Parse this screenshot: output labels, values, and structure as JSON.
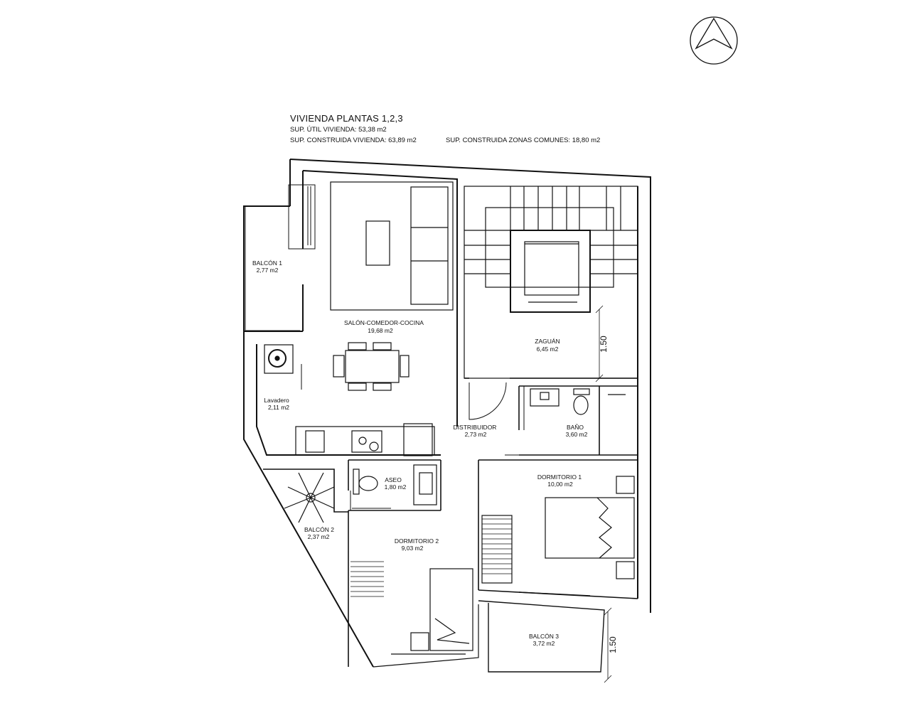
{
  "header": {
    "title": "VIVIENDA PLANTAS 1,2,3",
    "sup_util": "SUP. ÚTIL VIVIENDA: 53,38 m2",
    "sup_construida": "SUP. CONSTRUIDA VIVIENDA: 63,89 m2",
    "sup_zonas_comunes": "SUP. CONSTRUIDA ZONAS COMUNES: 18,80 m2"
  },
  "rooms": {
    "balcon1": {
      "name": "BALCÓN 1",
      "area": "2,77 m2"
    },
    "salon": {
      "name": "SALÓN-COMEDOR-COCINA",
      "area": "19,68 m2"
    },
    "zaguan": {
      "name": "ZAGUÁN",
      "area": "6,45 m2"
    },
    "lavadero": {
      "name": "Lavadero",
      "area": "2,11 m2"
    },
    "distribuidor": {
      "name": "DISTRIBUIDOR",
      "area": "2,73 m2"
    },
    "bano": {
      "name": "BAÑO",
      "area": "3,60 m2"
    },
    "aseo": {
      "name": "ASEO",
      "area": "1,80 m2"
    },
    "dormitorio1": {
      "name": "DORMITORIO 1",
      "area": "10,00 m2"
    },
    "balcon2": {
      "name": "BALCÓN 2",
      "area": "2,37 m2"
    },
    "dormitorio2": {
      "name": "DORMITORIO 2",
      "area": "9,03 m2"
    },
    "balcon3": {
      "name": "BALCÓN 3",
      "area": "3,72 m2"
    }
  },
  "dimensions": {
    "zaguan": "1.50",
    "balcon3": "1.50"
  },
  "icons": [
    "north-arrow-icon"
  ]
}
